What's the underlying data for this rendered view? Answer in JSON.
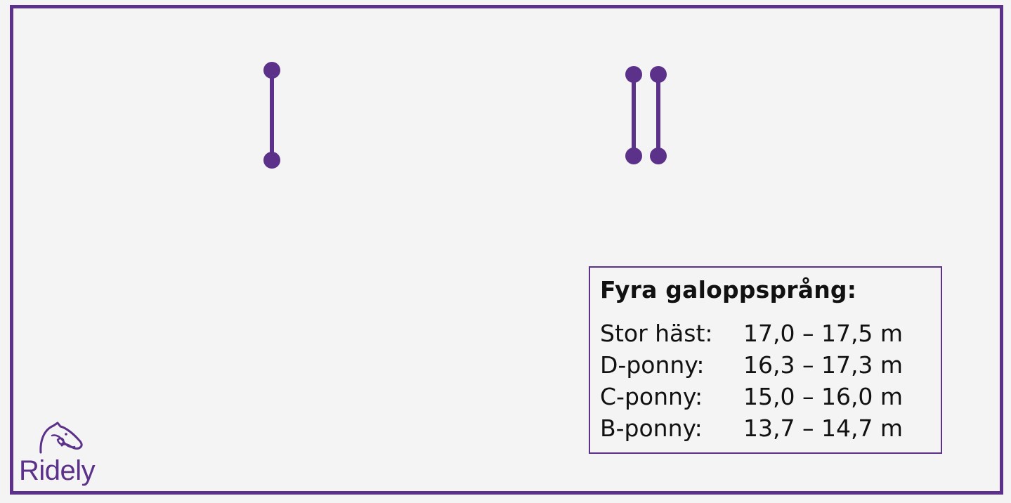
{
  "colors": {
    "accent": "#5b318a",
    "background": "#f4f4f5",
    "text": "#111111"
  },
  "poles": [
    {
      "name": "ground-pole-1"
    },
    {
      "name": "ground-pole-2"
    },
    {
      "name": "ground-pole-3"
    }
  ],
  "info": {
    "title": "Fyra galoppsprång:",
    "rows": [
      {
        "label": "Stor häst:",
        "value": "17,0 – 17,5 m"
      },
      {
        "label": "D-ponny:",
        "value": "16,3 – 17,3 m"
      },
      {
        "label": "C-ponny:",
        "value": "15,0 – 16,0 m"
      },
      {
        "label": "B-ponny:",
        "value": "13,7 – 14,7 m"
      }
    ]
  },
  "logo": {
    "text": "Ridely",
    "icon": "horse-head-icon"
  }
}
